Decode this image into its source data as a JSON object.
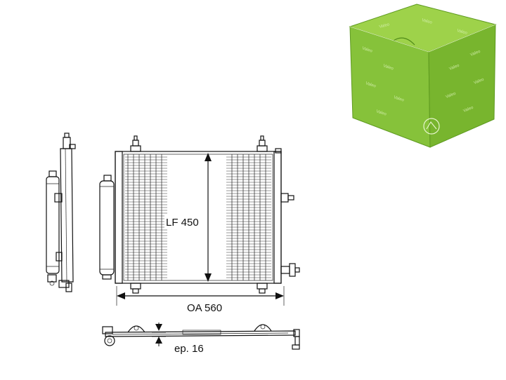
{
  "drawing": {
    "height_label": "LF 450",
    "width_label": "OA 560",
    "thickness_label": "ep. 16"
  },
  "box_brand": {
    "text": "Valeo",
    "color": "#8cc63f",
    "dark_color": "#6aa82a"
  }
}
